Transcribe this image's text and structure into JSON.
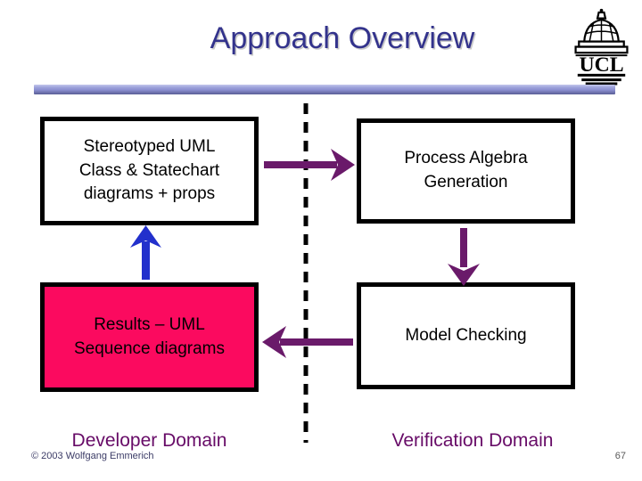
{
  "slide": {
    "title": "Approach Overview",
    "copyright": "© 2003 Wolfgang Emmerich",
    "page_number": "67"
  },
  "logo": {
    "name": "ucl-portico-logo",
    "text": "UCL"
  },
  "boxes": {
    "top_left": {
      "text": "Stereotyped UML Class & Statechart diagrams + props",
      "bg": "#ffffff"
    },
    "top_right": {
      "text": "Process Algebra Generation",
      "bg": "#ffffff"
    },
    "bottom_left": {
      "text": "Results – UML Sequence diagrams",
      "bg": "#fb0a5f"
    },
    "bottom_right": {
      "text": "Model Checking",
      "bg": "#ffffff"
    }
  },
  "labels": {
    "developer_domain": "Developer Domain",
    "verification_domain": "Verification Domain"
  },
  "arrows": {
    "top_right_arrow": "flow from UML diagrams to Process Algebra Generation",
    "down_arrow": "flow from Process Algebra Generation to Model Checking",
    "bottom_left_arrow": "flow from Model Checking to Results",
    "up_arrow": "feedback from Results to Stereotyped UML diagrams"
  },
  "colors": {
    "title": "#33338c",
    "arrow_purple": "#6a1a6a",
    "arrow_blue": "#2230cc",
    "pink_box": "#fb0a5f",
    "domain_label": "#670b67",
    "dashed_line": "#000000"
  }
}
